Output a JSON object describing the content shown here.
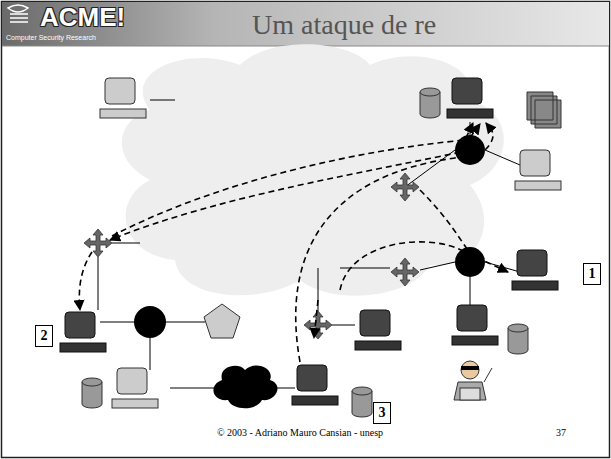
{
  "diagram": {
    "title": "Um ataque de re",
    "nodes": [
      {
        "text": [
          "1"
        ]
      },
      {
        "text": [
          "2"
        ]
      },
      {
        "text": [
          "3"
        ]
      }
    ],
    "labels": [
      "ACME!",
      "Computer Security Research",
      "© 2003 - Adriano Mauro Cansian - unesp",
      "37"
    ]
  }
}
